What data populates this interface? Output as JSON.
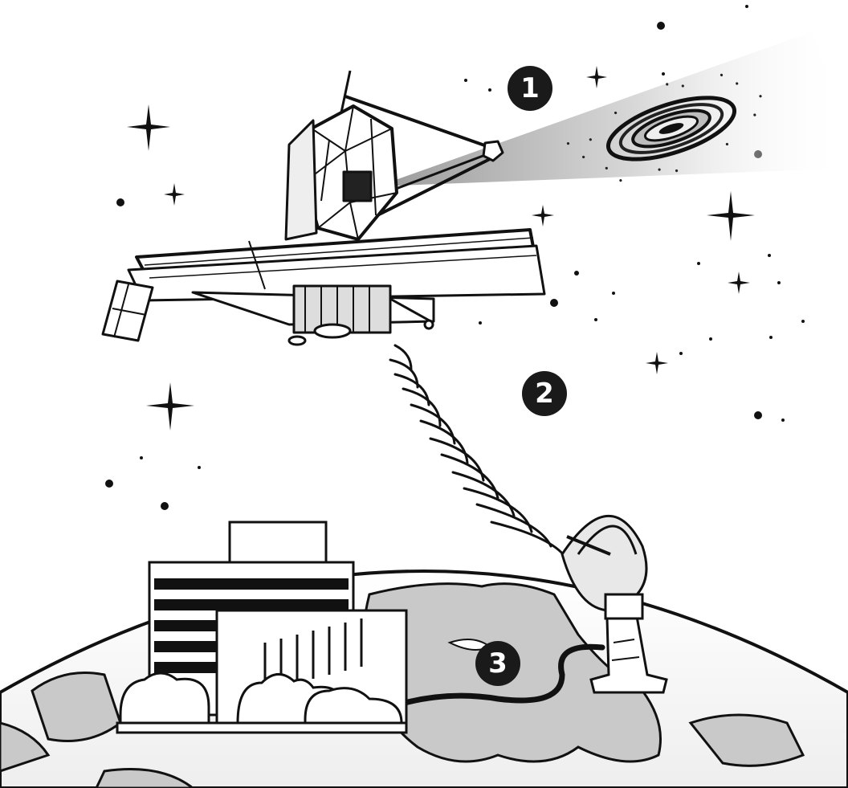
{
  "steps": [
    {
      "number": "1"
    },
    {
      "number": "2"
    },
    {
      "number": "3"
    }
  ],
  "colors": {
    "ink": "#111111",
    "badge": "#1a1a1a",
    "land": "#c9c9c9",
    "beam": "#d8d8d8"
  },
  "icons": [
    "telescope-icon",
    "galaxy-icon",
    "radio-signal-icon",
    "satellite-dish-icon",
    "building-icon",
    "earth-icon"
  ]
}
